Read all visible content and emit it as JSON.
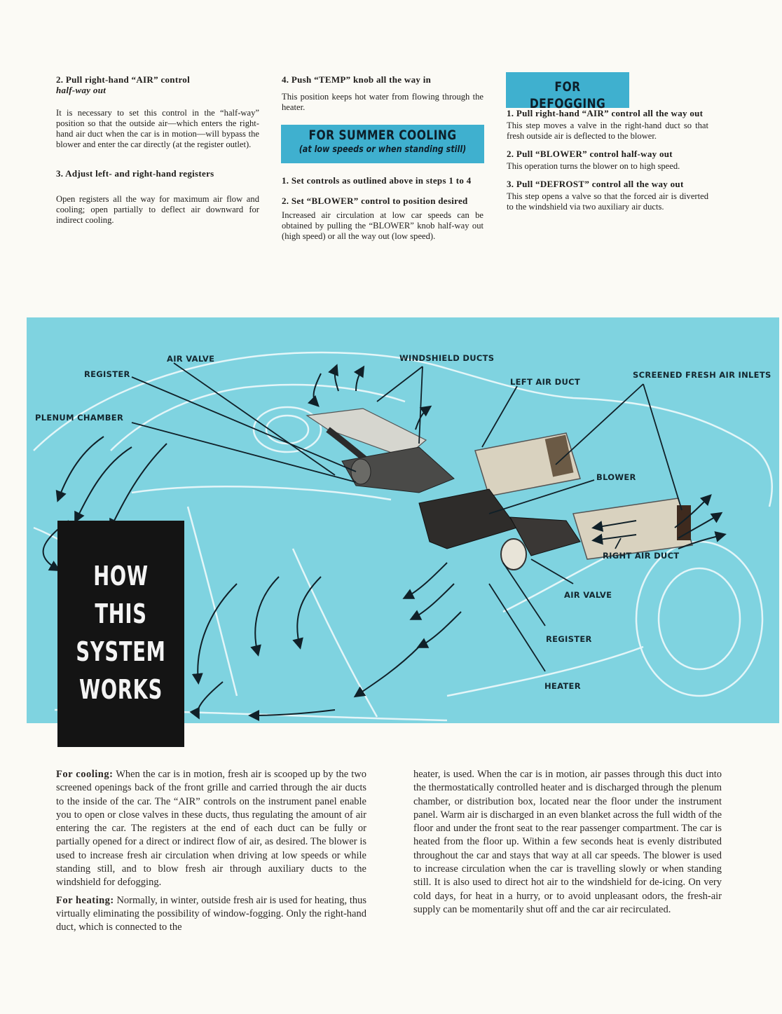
{
  "col1": {
    "step2_heading": "2. Pull right-hand “AIR” control",
    "step2_sub": "half-way out",
    "step2_body": "It is necessary to set this control in the “half-way” position so that the outside air—which enters the right-hand air duct when the car is in motion—will bypass the blower and enter the car directly (at the register outlet).",
    "step3_heading": "3. Adjust left- and right-hand registers",
    "step3_body": "Open registers all the way for maximum air flow and cooling; open partially to deflect air downward for indirect cooling."
  },
  "col2": {
    "step4_heading": "4. Push “TEMP” knob all the way in",
    "step4_body": "This position keeps hot water from flowing through the heater.",
    "banner_title": "FOR SUMMER COOLING",
    "banner_sub": "(at low speeds or when standing still)",
    "s1_heading": "1. Set controls as outlined above in steps 1 to 4",
    "s2_heading": "2. Set “BLOWER” control to position desired",
    "s2_body": "Increased air circulation at low car speeds can be obtained by pulling the “BLOWER” knob half-way out (high speed) or all the way out (low speed)."
  },
  "col3": {
    "banner_title": "FOR DEFOGGING",
    "d1_heading": "1. Pull right-hand “AIR” control all the way out",
    "d1_body": "This step moves a valve in the right-hand duct so that fresh outside air is deflected to the blower.",
    "d2_heading": "2. Pull “BLOWER” control half-way out",
    "d2_body": "This operation turns the blower on to high speed.",
    "d3_heading": "3. Pull “DEFROST” control all the way out",
    "d3_body": "This step opens a valve so that the forced air is diverted to the windshield via two auxiliary air ducts."
  },
  "diagram": {
    "labels": {
      "air_valve_top": "AIR VALVE",
      "register_top": "REGISTER",
      "plenum": "PLENUM CHAMBER",
      "windshield": "WINDSHIELD DUCTS",
      "left_duct": "LEFT AIR DUCT",
      "inlets": "SCREENED FRESH AIR INLETS",
      "blower": "BLOWER",
      "right_duct": "RIGHT AIR DUCT",
      "air_valve_bottom": "AIR VALVE",
      "register_bottom": "REGISTER",
      "heater": "HEATER"
    },
    "title_lines": [
      "HOW",
      "THIS",
      "SYSTEM",
      "WORKS"
    ],
    "colors": {
      "background": "#7fd3e0",
      "title_box": "#141414",
      "banner": "#3fb0cf"
    }
  },
  "body": {
    "cooling_lead": "For cooling:",
    "cooling_text": " When the car is in motion, fresh air is scooped up by the two screened openings back of the front grille and carried through the air ducts to the inside of the car. The “AIR” controls on the instrument panel enable you to open or close valves in these ducts, thus regulating the amount of air entering the car. The registers at the end of each duct can be fully or partially opened for a direct or indirect flow of air, as desired. The blower is used to increase fresh air circulation when driving at low speeds or while standing still, and to blow fresh air through auxiliary ducts to the windshield for defogging.",
    "heating_lead": "For heating:",
    "heating_text": " Normally, in winter, outside fresh air is used for heating, thus virtually eliminating the possibility of window-fogging. Only the right-hand duct, which is connected to the",
    "right_text": "heater, is used. When the car is in motion, air passes through this duct into the thermostatically controlled heater and is discharged through the plenum chamber, or distribution box, located near the floor under the instrument panel. Warm air is discharged in an even blanket across the full width of the floor and under the front seat to the rear passenger compartment. The car is heated from the floor up. Within a few seconds heat is evenly distributed throughout the car and stays that way at all car speeds. The blower is used to increase circulation when the car is travelling slowly or when standing still. It is also used to direct hot air to the windshield for de-icing. On very cold days, for heat in a hurry, or to avoid unpleasant odors, the fresh-air supply can be momentarily shut off and the car air recirculated."
  }
}
